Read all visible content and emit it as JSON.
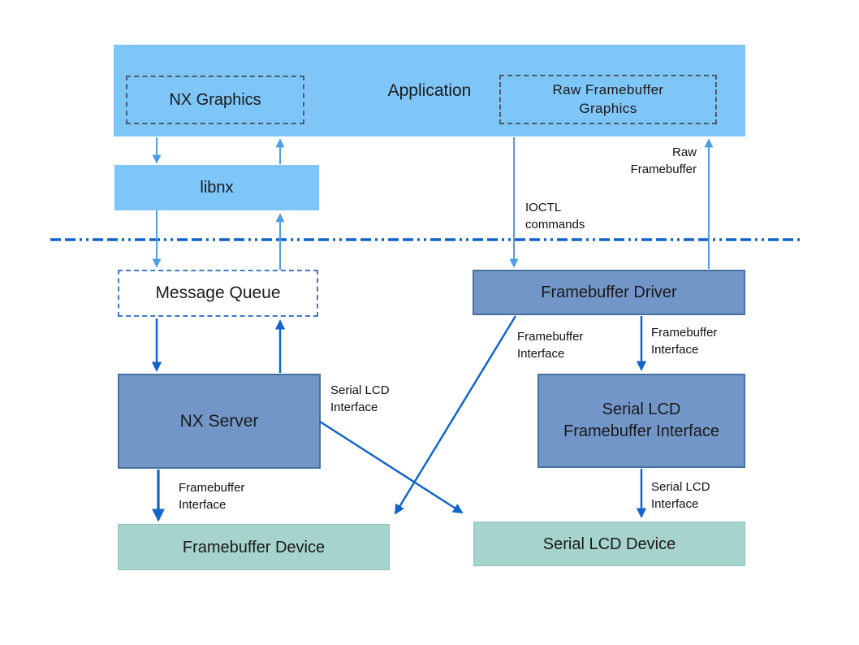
{
  "diagram": {
    "boxes": {
      "application": "Application",
      "nx_graphics": "NX Graphics",
      "raw_framebuffer_graphics": "Raw Framebuffer\nGraphics",
      "libnx": "libnx",
      "message_queue": "Message Queue",
      "framebuffer_driver": "Framebuffer Driver",
      "nx_server": "NX Server",
      "serial_lcd_framebuffer_interface": "Serial LCD\nFramebuffer Interface",
      "framebuffer_device": "Framebuffer Device",
      "serial_lcd_device": "Serial LCD Device"
    },
    "edge_labels": {
      "ioctl_commands": "IOCTL\ncommands",
      "raw_framebuffer": "Raw\nFramebuffer",
      "framebuffer_interface_diagonal": "Framebuffer\nInterface",
      "framebuffer_interface_serial": "Framebuffer\nInterface",
      "serial_lcd_interface_nx_server": "Serial LCD\nInterface",
      "framebuffer_interface_nx_server": "Framebuffer\nInterface",
      "serial_lcd_interface_device": "Serial LCD\nInterface"
    },
    "colors": {
      "user_space_fill": "#7ec5f8",
      "kernel_block_fill": "#7296c7",
      "kernel_block_border": "#46719f",
      "device_fill": "#a6d3cc",
      "device_border": "#8ec2ba",
      "dashed_outline_gray": "#4b5c6b",
      "dashed_outline_blue": "#4576c4",
      "arrow_light": "#4f9ce8",
      "arrow_dark": "#1365cb",
      "divider_line": "#1064c8"
    }
  }
}
